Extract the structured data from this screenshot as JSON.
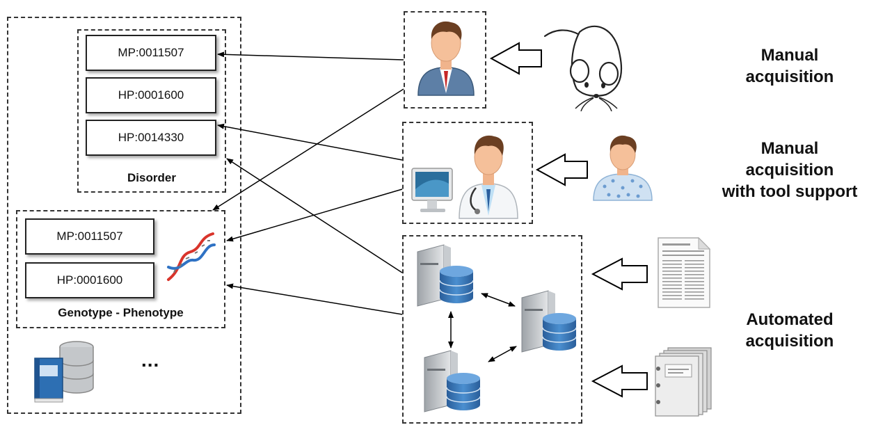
{
  "knowledge_base": {
    "disorder": {
      "caption": "Disorder",
      "codes": [
        "MP:0011507",
        "HP:0001600",
        "HP:0014330"
      ]
    },
    "genotype_phenotype": {
      "caption": "Genotype - Phenotype",
      "codes": [
        "MP:0011507",
        "HP:0001600"
      ]
    },
    "more": "..."
  },
  "acquisition_labels": {
    "manual": "Manual\nacquisition",
    "manual_tool": "Manual\nacquisition\nwith tool support",
    "automated": "Automated\nacquisition"
  },
  "sources": {
    "manual": "mouse-icon",
    "manual_tool": "patient-icon",
    "automated": [
      "scientific-paper-icon",
      "literature-stack-icon"
    ]
  },
  "agents": {
    "manual": "researcher-icon",
    "manual_tool": "physician-with-computer-icon",
    "automated": "server-database-cluster-icon"
  },
  "colors": {
    "dashed_border": "#333333",
    "arrow": "#000000",
    "database": "#2d6fb3",
    "server": "#b9bdc2",
    "dna_red": "#d9342b",
    "dna_blue": "#2f72c4"
  }
}
